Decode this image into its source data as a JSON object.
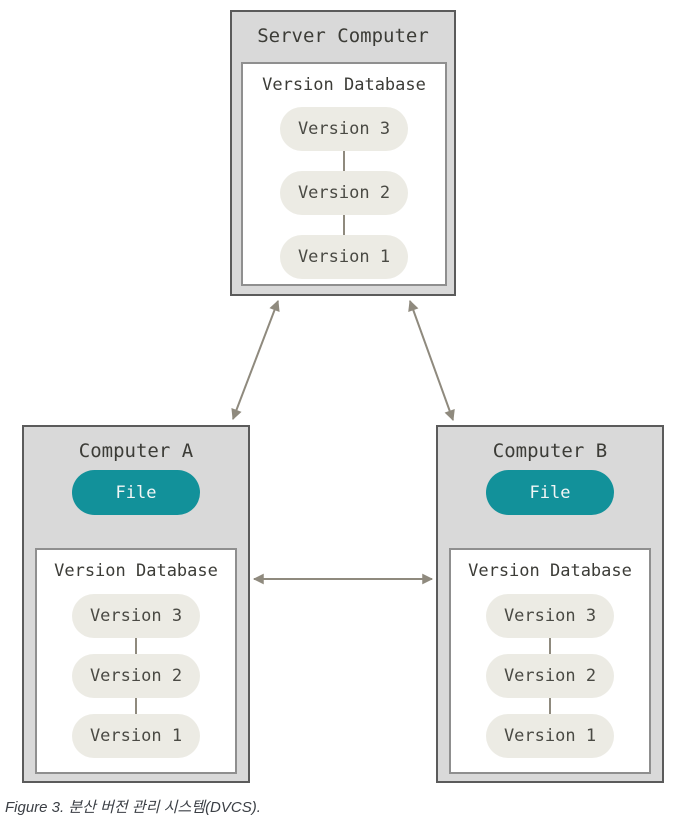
{
  "figure": {
    "caption": "Figure 3. 분산 버전 관리 시스템(DVCS)."
  },
  "colors": {
    "box_fill": "#d9d9d9",
    "box_border": "#5b5b5b",
    "inner_fill": "#ffffff",
    "inner_border": "#8f8f8f",
    "pill_fill": "#ecebe4",
    "pill_text": "#4a4a44",
    "file_fill": "#12919a",
    "file_text": "#f2f6f6",
    "arrow": "#8f8a7e",
    "title_text": "#3c3c37",
    "caption_text": "#3b3f45"
  },
  "nodes": {
    "server": {
      "title": "Server Computer",
      "database": {
        "title": "Version Database",
        "versions": [
          "Version 3",
          "Version 2",
          "Version 1"
        ]
      }
    },
    "computer_a": {
      "title": "Computer A",
      "file_label": "File",
      "database": {
        "title": "Version Database",
        "versions": [
          "Version 3",
          "Version 2",
          "Version 1"
        ]
      }
    },
    "computer_b": {
      "title": "Computer B",
      "file_label": "File",
      "database": {
        "title": "Version Database",
        "versions": [
          "Version 3",
          "Version 2",
          "Version 1"
        ]
      }
    }
  }
}
